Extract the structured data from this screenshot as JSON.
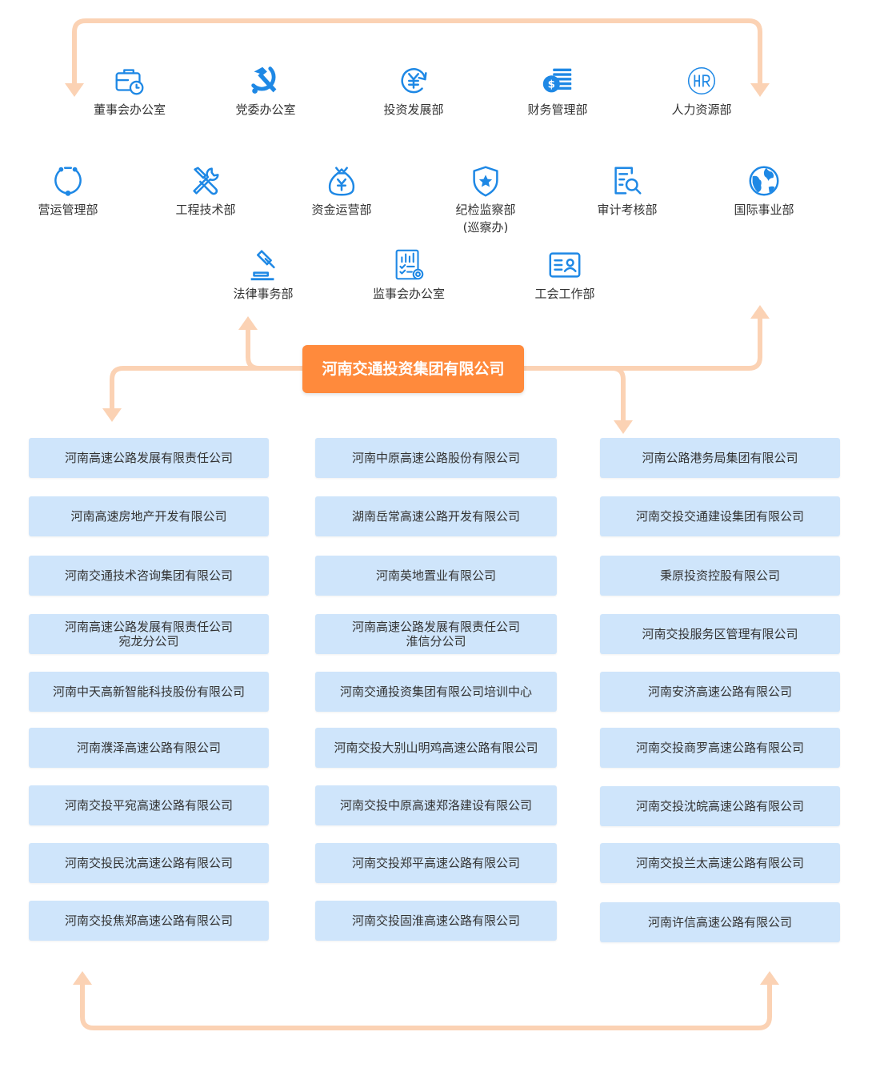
{
  "departments": [
    {
      "label": "董事会办公室",
      "icon": "briefcase-clock-icon"
    },
    {
      "label": "党委办公室",
      "icon": "hammer-sickle-icon"
    },
    {
      "label": "投资发展部",
      "icon": "yuan-cycle-icon"
    },
    {
      "label": "财务管理部",
      "icon": "coin-stack-icon"
    },
    {
      "label": "人力资源部",
      "icon": "hr-icon"
    },
    {
      "label": "营运管理部",
      "icon": "network-cycle-icon"
    },
    {
      "label": "工程技术部",
      "icon": "wrench-screwdriver-icon"
    },
    {
      "label": "资金运营部",
      "icon": "money-bag-icon"
    },
    {
      "label": "纪检监察部",
      "sublabel": "(巡察办)",
      "icon": "shield-star-icon"
    },
    {
      "label": "审计考核部",
      "icon": "document-search-icon"
    },
    {
      "label": "国际事业部",
      "icon": "globe-icon"
    },
    {
      "label": "法律事务部",
      "icon": "gavel-icon"
    },
    {
      "label": "监事会办公室",
      "icon": "report-chart-icon"
    },
    {
      "label": "工会工作部",
      "icon": "id-card-icon"
    }
  ],
  "headquarters": {
    "label": "河南交通投资集团有限公司"
  },
  "subsidiaries": {
    "column1": [
      [
        "河南高速公路发展有限责任公司"
      ],
      [
        "河南高速房地产开发有限公司"
      ],
      [
        "河南交通技术咨询集团有限公司"
      ],
      [
        "河南高速公路发展有限责任公司",
        "宛龙分公司"
      ],
      [
        "河南中天高新智能科技股份有限公司"
      ],
      [
        "河南濮泽高速公路有限公司"
      ],
      [
        "河南交投平宛高速公路有限公司"
      ],
      [
        "河南交投民沈高速公路有限公司"
      ],
      [
        "河南交投焦郑高速公路有限公司"
      ]
    ],
    "column2": [
      [
        "河南中原高速公路股份有限公司"
      ],
      [
        "湖南岳常高速公路开发有限公司"
      ],
      [
        "河南英地置业有限公司"
      ],
      [
        "河南高速公路发展有限责任公司",
        "淮信分公司"
      ],
      [
        "河南交通投资集团有限公司培训中心"
      ],
      [
        "河南交投大别山明鸡高速公路有限公司"
      ],
      [
        "河南交投中原高速郑洛建设有限公司"
      ],
      [
        "河南交投郑平高速公路有限公司"
      ],
      [
        "河南交投固淮高速公路有限公司"
      ]
    ],
    "column3": [
      [
        "河南公路港务局集团有限公司"
      ],
      [
        "河南交投交通建设集团有限公司"
      ],
      [
        "秉原投资控股有限公司"
      ],
      [
        "河南交投服务区管理有限公司"
      ],
      [
        "河南安济高速公路有限公司"
      ],
      [
        "河南交投商罗高速公路有限公司"
      ],
      [
        "河南交投沈皖高速公路有限公司"
      ],
      [
        "河南交投兰太高速公路有限公司"
      ],
      [
        "河南许信高速公路有限公司"
      ]
    ]
  },
  "colors": {
    "accent": "#ff8a3c",
    "connector": "#fbd2b4",
    "box": "#cfe5fb",
    "icon": "#1e88e5",
    "text": "#333333"
  }
}
